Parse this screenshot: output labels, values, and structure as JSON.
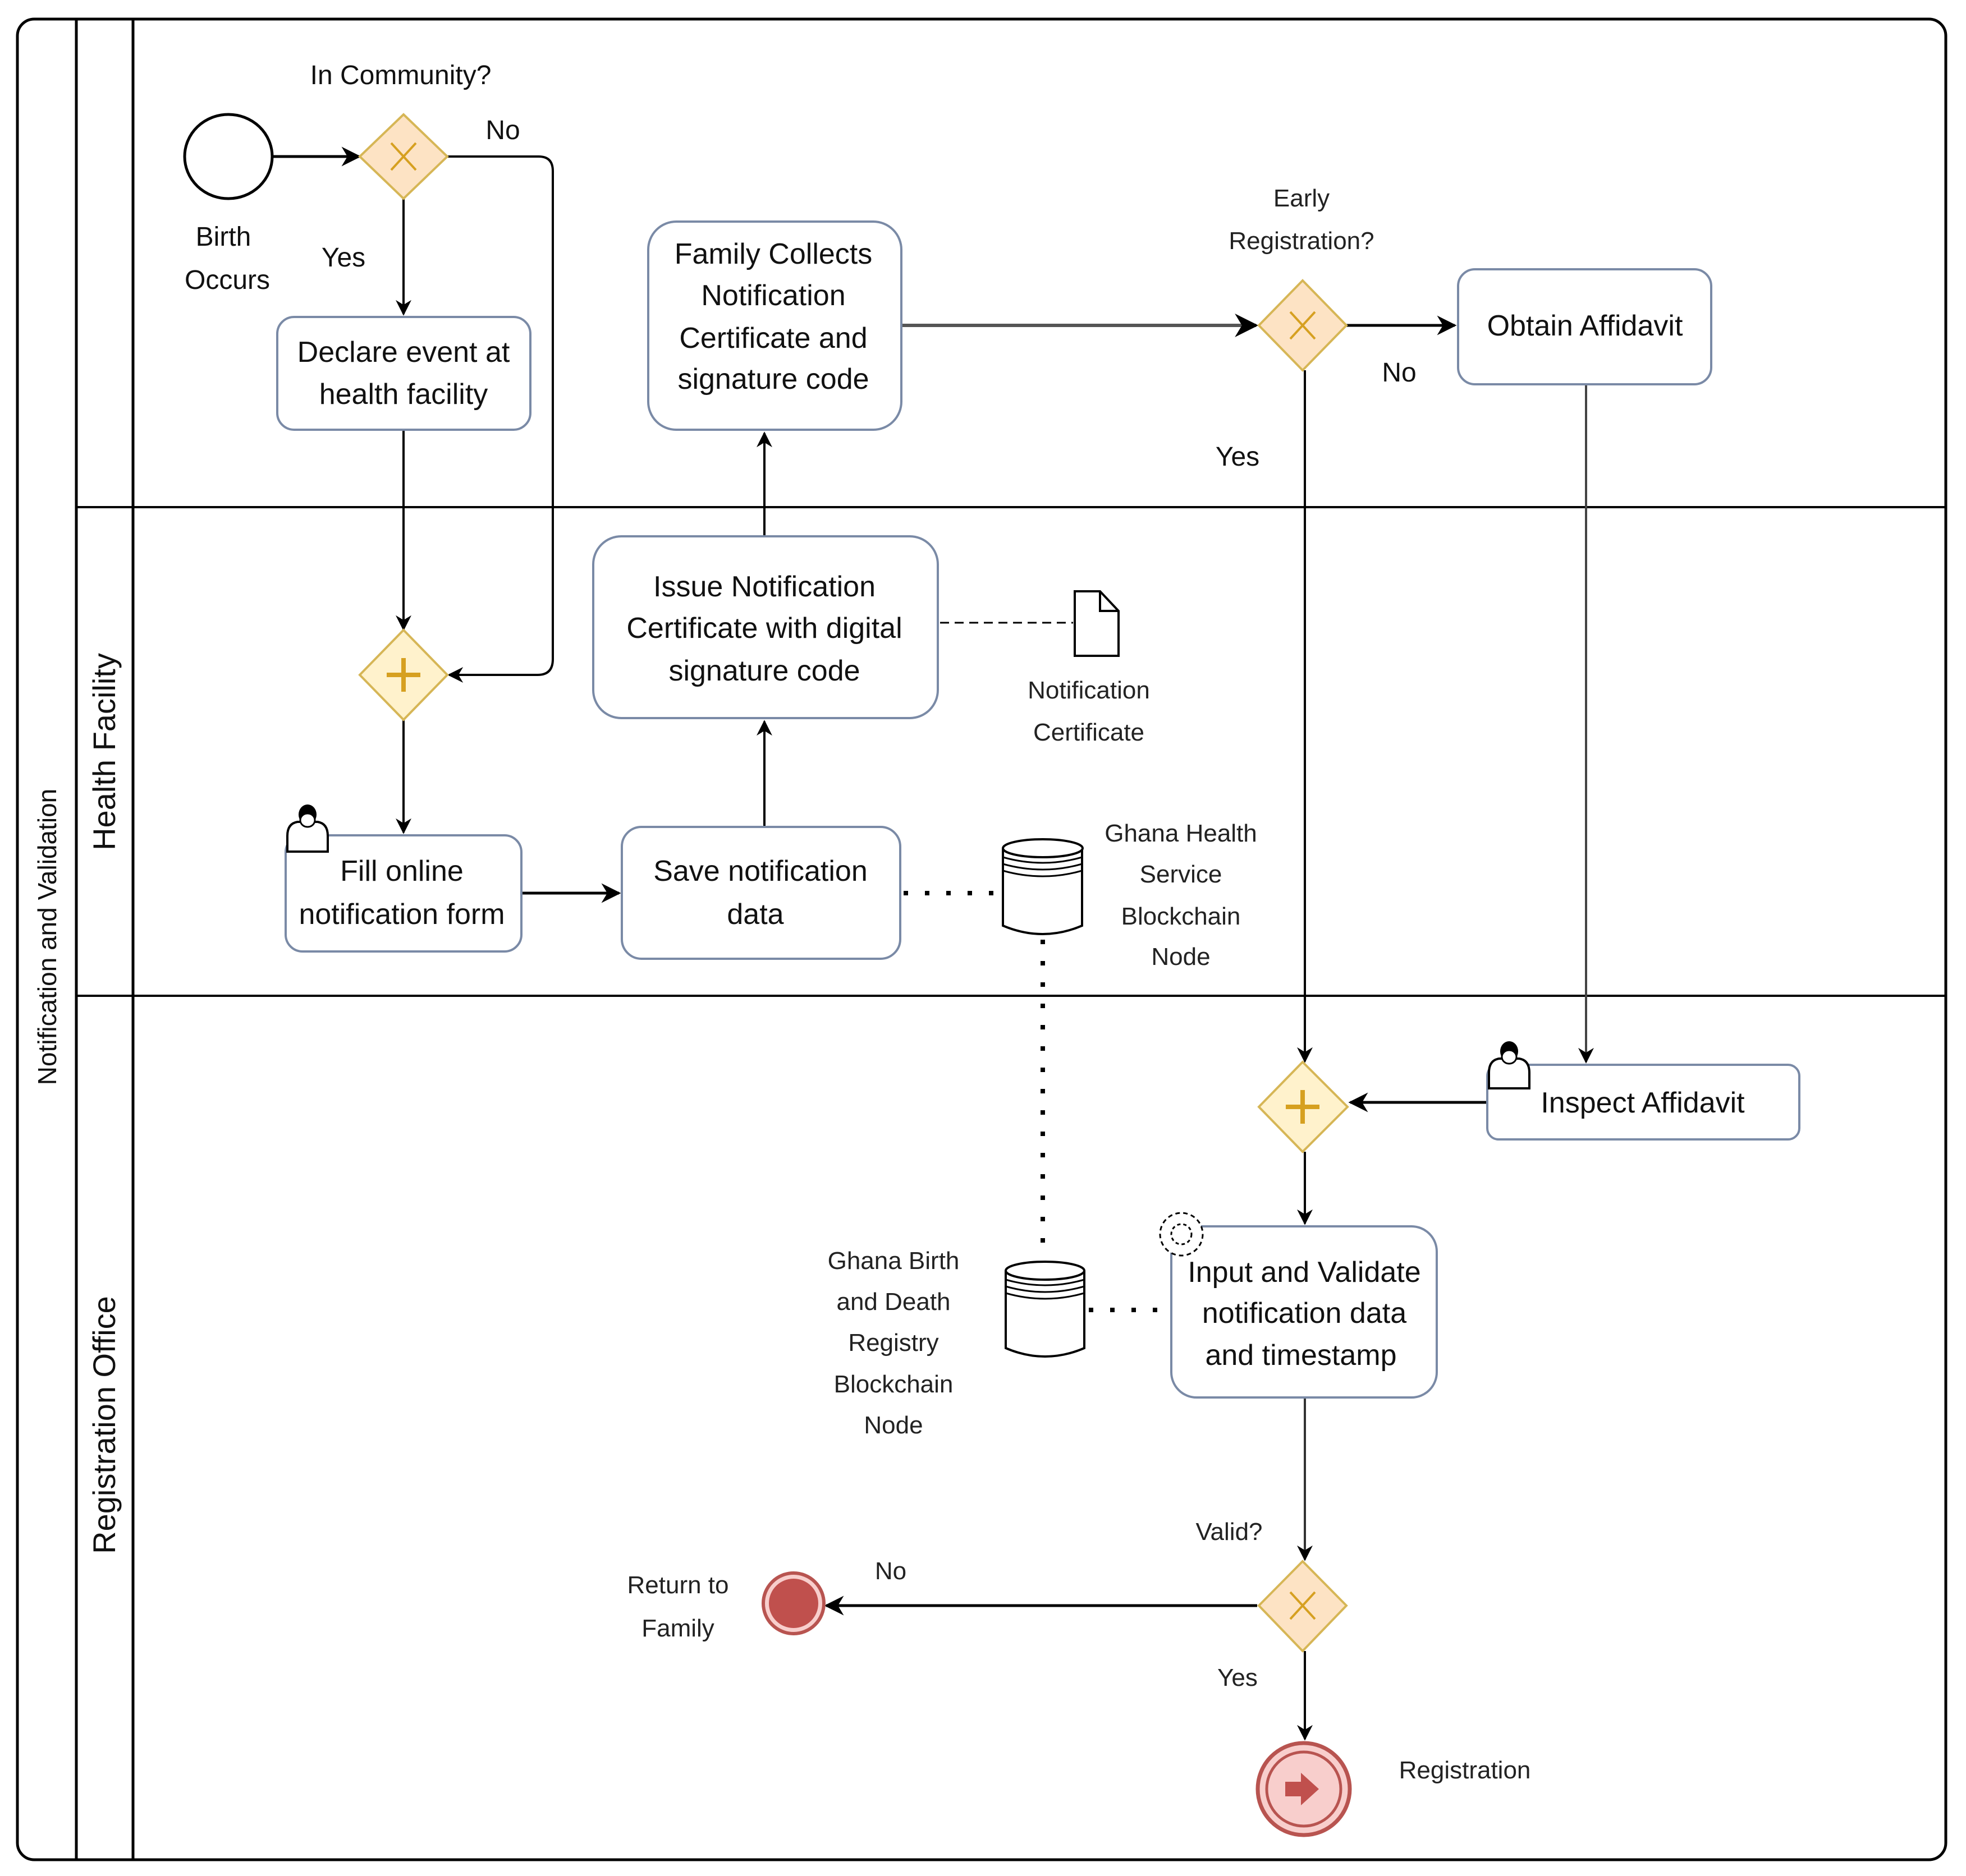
{
  "pool": {
    "label": "Notification and Validation"
  },
  "lanes": [
    {
      "label": ""
    },
    {
      "label": "Health Facility"
    },
    {
      "label": "Registration Office"
    }
  ],
  "colors": {
    "gateway_fill": "#fde3c4",
    "gateway_stroke": "#d6b656",
    "gateway_marker": "#d6a020",
    "parallel_fill": "#fff2cc",
    "task_stroke": "#7a8aa6",
    "end_fill": "#f8cecc",
    "end_stroke": "#b85450",
    "end_core": "#c0504d"
  },
  "events": {
    "start": {
      "label_line1": "Birth",
      "label_line2": "Occurs"
    },
    "end_return": {
      "label_line1": "Return to",
      "label_line2": "Family"
    },
    "end_registration": {
      "label": "Registration"
    }
  },
  "gateways": {
    "in_community": {
      "label": "In Community?",
      "yes": "Yes",
      "no": "No"
    },
    "early_registration": {
      "label_line1": "Early",
      "label_line2": "Registration?",
      "yes": "Yes",
      "no": "No"
    },
    "valid": {
      "label": "Valid?",
      "yes": "Yes",
      "no": "No"
    }
  },
  "tasks": {
    "declare": {
      "lines": [
        "Declare event at",
        "health facility"
      ]
    },
    "family_collects": {
      "lines": [
        "Family Collects",
        "Notification",
        "Certificate and",
        "signature code"
      ]
    },
    "obtain_affidavit": {
      "lines": [
        "Obtain Affidavit"
      ]
    },
    "issue_certificate": {
      "lines": [
        "Issue Notification",
        "Certificate with digital",
        "signature code"
      ]
    },
    "fill_form": {
      "lines": [
        "Fill online",
        "notification form"
      ]
    },
    "save_data": {
      "lines": [
        "Save notification",
        "data"
      ]
    },
    "inspect_affidavit": {
      "lines": [
        "Inspect Affidavit"
      ]
    },
    "input_validate": {
      "lines": [
        "Input and Validate",
        "notification data",
        "and timestamp"
      ]
    }
  },
  "artifacts": {
    "notification_certificate": {
      "lines": [
        "Notification",
        "Certificate"
      ]
    },
    "ghs_node": {
      "lines": [
        "Ghana Health",
        "Service",
        "Blockchain",
        "Node"
      ]
    },
    "bdr_node": {
      "lines": [
        "Ghana Birth",
        "and Death",
        "Registry",
        "Blockchain",
        "Node"
      ]
    }
  }
}
